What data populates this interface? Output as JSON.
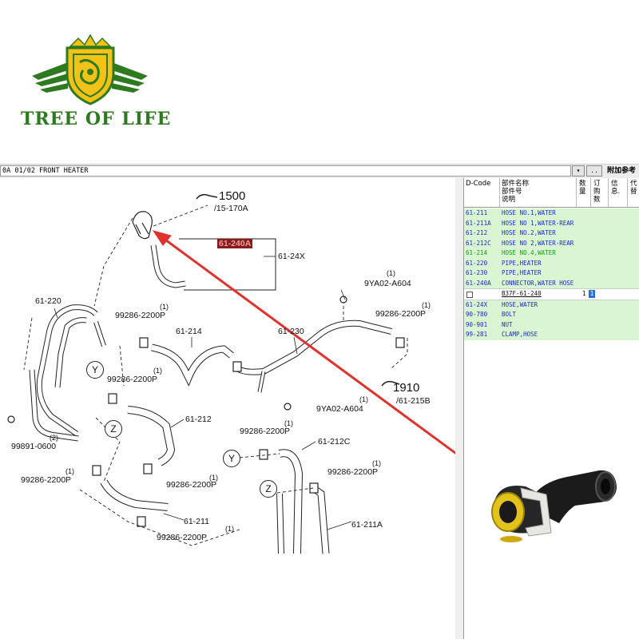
{
  "brand": {
    "name": "TREE OF LIFE",
    "colors": {
      "green": "#2d7a1f",
      "yellow": "#f2c218"
    }
  },
  "window": {
    "title": "0A 01/02 FRONT HEATER",
    "dropdown_symbol": "▾",
    "more_button": "..",
    "extra_label": "附加参考"
  },
  "diagram": {
    "highlight_part": "61-240A",
    "labels": {
      "ref1500": "1500",
      "ref1500_sub": "/15-170A",
      "ref1910": "1910",
      "ref1910_sub": "/61-215B",
      "p61_24x": "61-24X",
      "p61_220": "61-220",
      "p9ya02_top": "9YA02-A604",
      "q1_9ya02_top": "(1)",
      "p99286_a": "99286-2200P",
      "q1_a": "(1)",
      "p61_214": "61-214",
      "p61_230": "61-230",
      "p99286_b": "99286-2200P",
      "q1_b": "(1)",
      "p99286_c": "99286-2200P",
      "q1_c": "(1)",
      "p9ya02_bot": "9YA02-A604",
      "q1_9ya02_bot": "(1)",
      "p61_212": "61-212",
      "p99891": "99891-0600",
      "q2_99891": "(2)",
      "p99286_d": "99286-2200P",
      "q1_d": "(1)",
      "p61_212c": "61-212C",
      "p99286_e": "99286-2200P",
      "q1_e": "(1)",
      "p99286_f": "99286-2200P",
      "q1_f": "(1)",
      "p99286_g": "99286-2200P",
      "q1_g": "(1)",
      "p61_211": "61-211",
      "p99286_h": "99286-2200P",
      "q1_h": "(1)",
      "p61_211a": "61-211A"
    },
    "callouts": {
      "y1": "Y",
      "y2": "Y",
      "z1": "Z",
      "z2": "Z"
    }
  },
  "parts_list": {
    "headers": {
      "dcode": "D-Code",
      "name": "部件名称\n部件号\n说明",
      "qty": "数\n量",
      "order": "订\n购\n数",
      "info": "信\n息.",
      "substitute": "代\n替"
    },
    "rows": [
      {
        "code": "61-211",
        "name": "HOSE NO.1,WATER",
        "style": "normal"
      },
      {
        "code": "61-211A",
        "name": "HOSE NO 1,WATER-REAR",
        "style": "normal"
      },
      {
        "code": "61-212",
        "name": "HOSE NO.2,WATER",
        "style": "normal"
      },
      {
        "code": "61-212C",
        "name": "HOSE NO 2,WATER-REAR",
        "style": "normal"
      },
      {
        "code": "61-214",
        "name": "HOSE NO.4,WATER",
        "style": "green"
      },
      {
        "code": "61-220",
        "name": "PIPE,HEATER",
        "style": "normal"
      },
      {
        "code": "61-230",
        "name": "PIPE,HEATER",
        "style": "normal"
      },
      {
        "code": "61-240A",
        "name": "CONNECTOR,WATER HOSE",
        "style": "normal"
      },
      {
        "code": "",
        "name": "B37F-61-240",
        "qty": "1",
        "order": "1",
        "style": "detail"
      },
      {
        "code": "61-24X",
        "name": "HOSE,WATER",
        "style": "normal"
      },
      {
        "code": "90-780",
        "name": "BOLT",
        "style": "normal"
      },
      {
        "code": "90-901",
        "name": "NUT",
        "style": "normal"
      },
      {
        "code": "99-281",
        "name": "CLAMP,HOSE",
        "style": "normal"
      }
    ],
    "row_color": "#d9f5d2",
    "text_color": "#1a2cc9"
  },
  "product_photo": {
    "icon": "water-hose-connector-icon"
  }
}
